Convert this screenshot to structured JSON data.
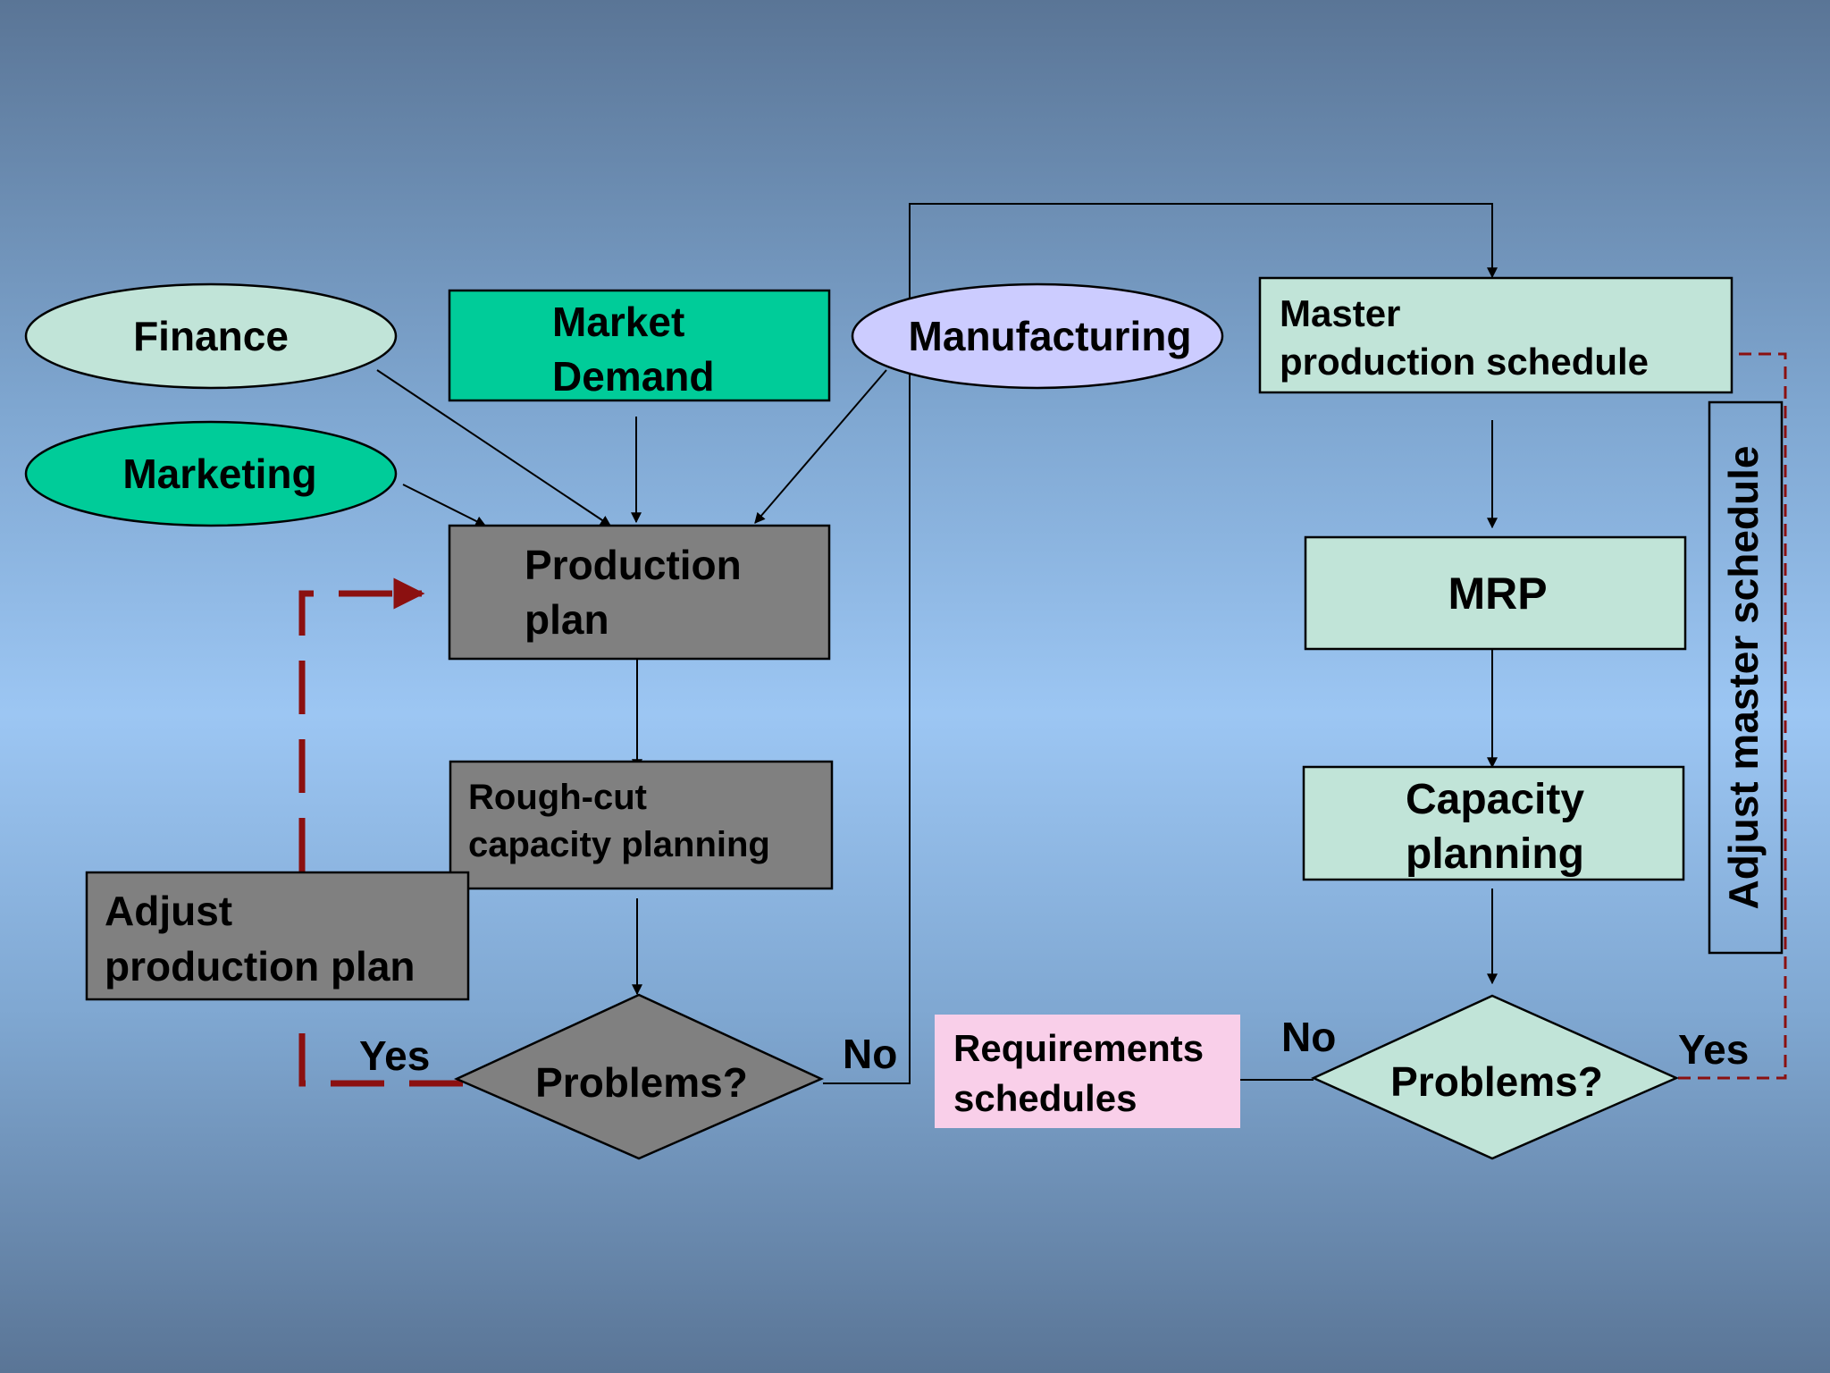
{
  "diagram": {
    "nodes": {
      "finance": "Finance",
      "market_demand": [
        "Market",
        "Demand"
      ],
      "manufacturing": "Manufacturing",
      "marketing": "Marketing",
      "production_plan": [
        "Production",
        "plan"
      ],
      "rough_cut": [
        "Rough-cut",
        "capacity planning"
      ],
      "adjust_production_plan": [
        "Adjust",
        "production plan"
      ],
      "problems_left": "Problems?",
      "master_schedule": [
        "Master",
        "production schedule"
      ],
      "mrp": "MRP",
      "capacity_planning": [
        "Capacity",
        "planning"
      ],
      "problems_right": "Problems?",
      "requirements": [
        "Requirements",
        "schedules"
      ],
      "adjust_master_schedule": "Adjust master schedule"
    },
    "edge_labels": {
      "left_yes": "Yes",
      "left_no": "No",
      "right_no": "No",
      "right_yes": "Yes"
    },
    "colors": {
      "light_teal": "#c1e4d8",
      "teal": "#00cc99",
      "lavender": "#ccccff",
      "gray": "#808080",
      "pink": "#f9cfe9",
      "dashed_red": "#8b1010"
    }
  }
}
